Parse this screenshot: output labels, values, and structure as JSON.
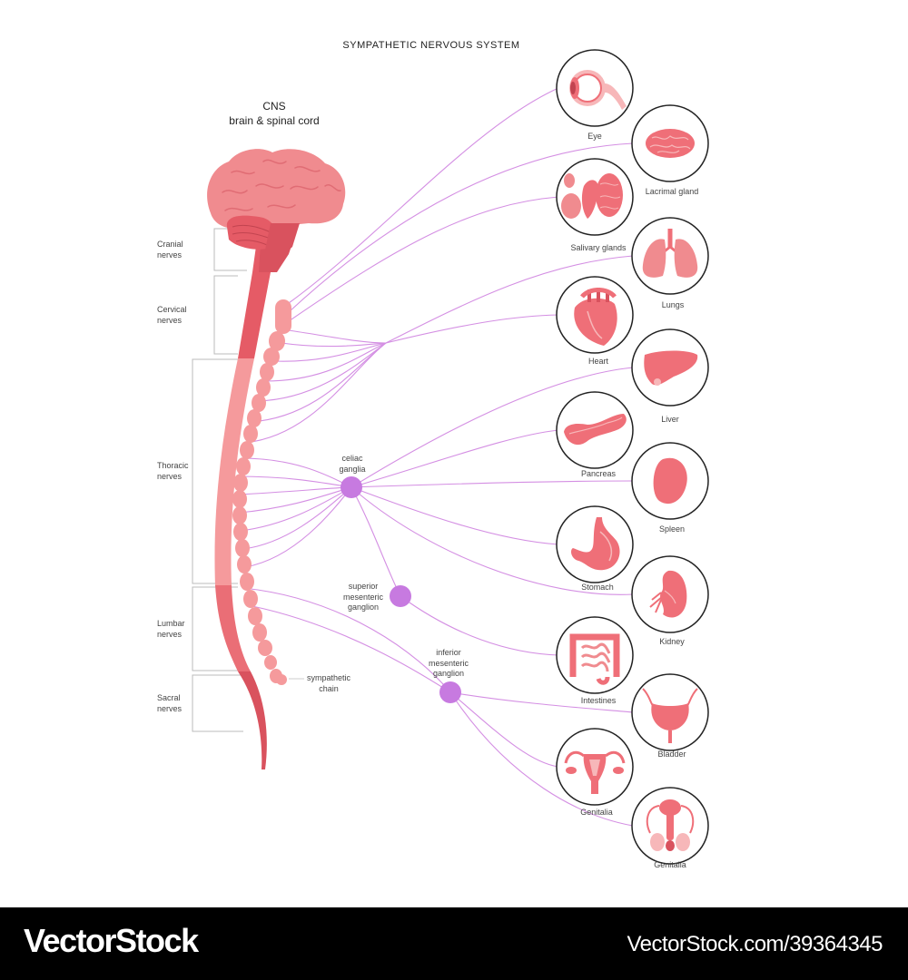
{
  "title": "SYMPATHETIC NERVOUS SYSTEM",
  "cns": {
    "line1": "CNS",
    "line2": "brain & spinal cord"
  },
  "nerve_regions": [
    {
      "line1": "Cranial",
      "line2": "nerves"
    },
    {
      "line1": "Cervical",
      "line2": "nerves"
    },
    {
      "line1": "Thoracic",
      "line2": "nerves"
    },
    {
      "line1": "Lumbar",
      "line2": "nerves"
    },
    {
      "line1": "Sacral",
      "line2": "nerves"
    }
  ],
  "ganglia": [
    {
      "line1": "celiac",
      "line2": "ganglia"
    },
    {
      "line1": "superior",
      "line2": "mesenteric",
      "line3": "ganglion"
    },
    {
      "line1": "inferior",
      "line2": "mesenteric",
      "line3": "ganglion"
    }
  ],
  "chain": {
    "line1": "sympathetic",
    "line2": "chain"
  },
  "organs": [
    {
      "label": "Eye",
      "icon": "eye-icon"
    },
    {
      "label": "Lacrimal gland",
      "icon": "lacrimal-gland-icon"
    },
    {
      "label": "Salivary glands",
      "icon": "salivary-glands-icon"
    },
    {
      "label": "Lungs",
      "icon": "lungs-icon"
    },
    {
      "label": "Heart",
      "icon": "heart-icon"
    },
    {
      "label": "Liver",
      "icon": "liver-icon"
    },
    {
      "label": "Pancreas",
      "icon": "pancreas-icon"
    },
    {
      "label": "Spleen",
      "icon": "spleen-icon"
    },
    {
      "label": "Stomach",
      "icon": "stomach-icon"
    },
    {
      "label": "Kidney",
      "icon": "kidney-icon"
    },
    {
      "label": "Intestines",
      "icon": "intestines-icon"
    },
    {
      "label": "Bladder",
      "icon": "bladder-icon"
    },
    {
      "label": "Genitalia",
      "icon": "female-genitalia-icon"
    },
    {
      "label": "Genitalia",
      "icon": "male-genitalia-icon"
    }
  ],
  "colors": {
    "nerve": "#d48fe3",
    "ganglion": "#c77ae0",
    "organ": "#ef6f78",
    "organ_light": "#f7b7b9",
    "spine_dark": "#d9525e",
    "spine_light": "#f59a9c"
  },
  "watermark": {
    "brand": "VectorStock",
    "url": "VectorStock.com/39364345"
  }
}
